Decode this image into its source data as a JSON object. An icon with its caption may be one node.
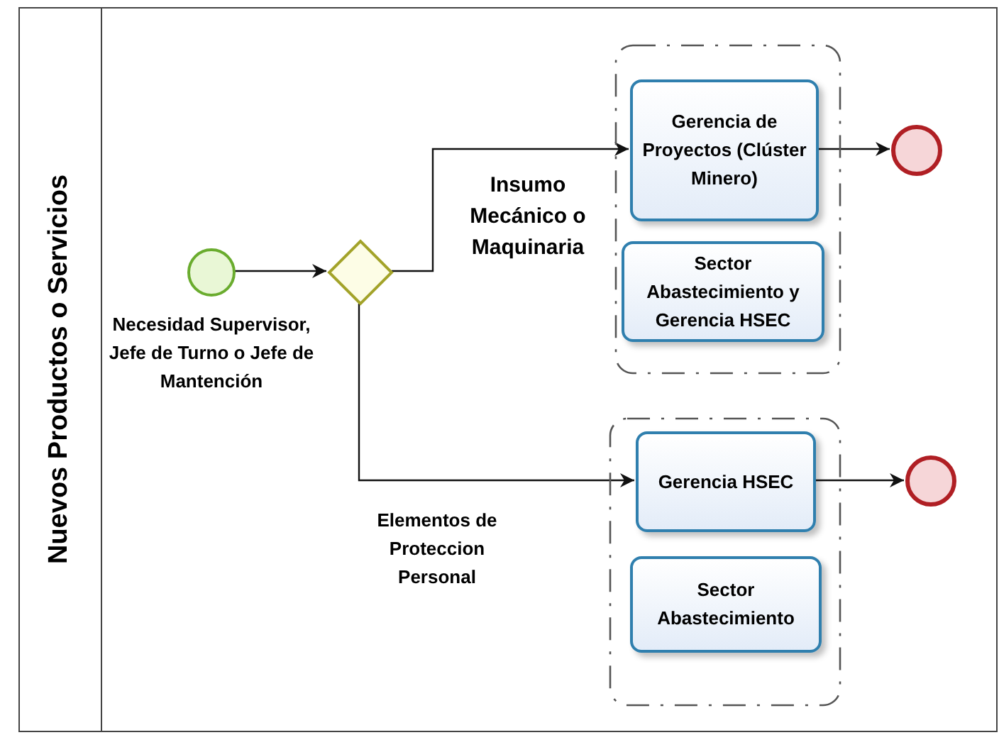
{
  "diagram": {
    "nodes": [
      {
        "text": [
          "Nuevos Productos o Servicios"
        ]
      },
      {
        "text": [],
        "shape": "circle",
        "in": 0,
        "beside": [
          "Necesidad Supervisor, Jefe de Turno o Jefe de Mantención"
        ]
      },
      {
        "text": [],
        "shape": "diamond",
        "in": 0
      },
      {
        "text": [],
        "shape": "box",
        "in": 0
      },
      {
        "text": [
          "Gerencia de Proyectos (Clúster Minero)"
        ],
        "in": 3
      },
      {
        "text": [
          "Sector Abastecimiento y Gerencia HSEC"
        ],
        "in": 3
      },
      {
        "text": [],
        "shape": "circle",
        "in": 0
      },
      {
        "text": [],
        "shape": "box",
        "in": 0
      },
      {
        "text": [
          "Gerencia HSEC"
        ],
        "in": 7
      },
      {
        "text": [
          "Sector Abastecimiento"
        ],
        "in": 7
      },
      {
        "text": [],
        "shape": "circle",
        "in": 0
      }
    ],
    "edges": [
      {
        "from": 1,
        "to": 2,
        "arrow": "to"
      },
      {
        "from": 2,
        "to": 4,
        "arrow": "to",
        "label": "Insumo Mecánico o Maquinaria"
      },
      {
        "from": 4,
        "to": 6,
        "arrow": "to"
      },
      {
        "from": 2,
        "to": 8,
        "arrow": "to",
        "label": "Elementos de Proteccion Personal"
      },
      {
        "from": 8,
        "to": 10,
        "arrow": "to"
      }
    ]
  }
}
